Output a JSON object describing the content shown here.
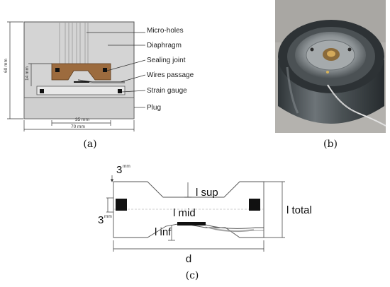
{
  "panel_a": {
    "callouts": [
      "Micro-holes",
      "Diaphragm",
      "Sealing joint",
      "Wires passage",
      "Strain gauge",
      "Plug"
    ],
    "dims": {
      "height_total": "60 mm",
      "height_inner": "14 mm",
      "width_inner": "35 mm",
      "width_total": "70 mm"
    },
    "caption": "(a)"
  },
  "panel_b": {
    "caption": "(b)"
  },
  "panel_c": {
    "labels": {
      "top_thickness": "3",
      "side_thickness": "3",
      "unit": "mm",
      "l_sup": "l sup",
      "l_mid": "l mid",
      "l_inf": "l inf",
      "l_total": "l total",
      "d": "d"
    },
    "caption": "(c)"
  }
}
